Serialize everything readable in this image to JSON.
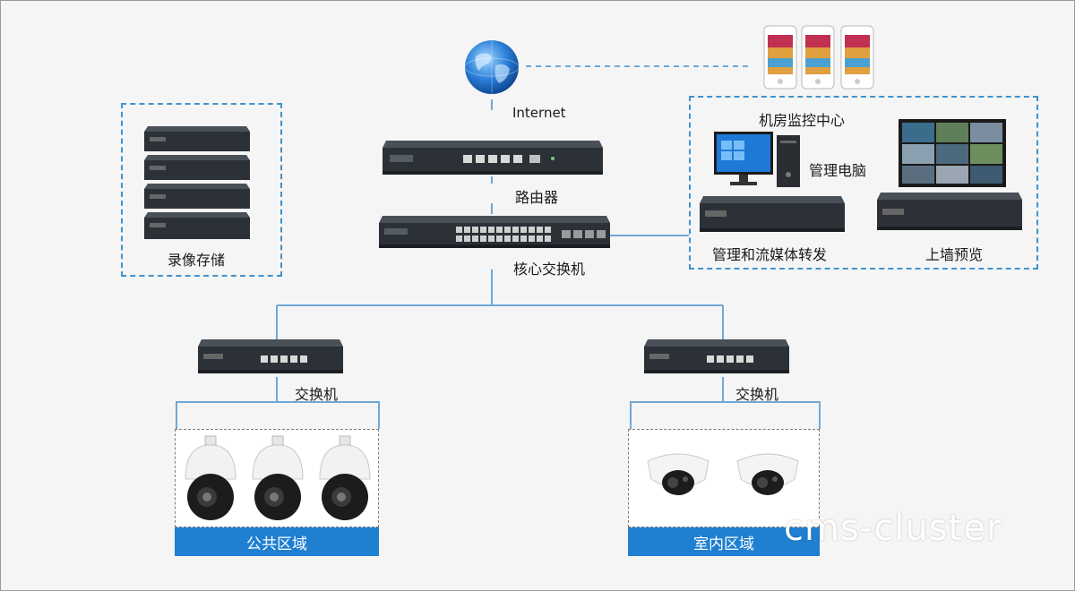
{
  "labels": {
    "internet": "Internet",
    "router": "路由器",
    "core_switch": "核心交换机",
    "recording_storage": "录像存储",
    "monitor_center": "机房监控中心",
    "management_pc": "管理电脑",
    "media_forwarding": "管理和流媒体转发",
    "video_wall": "上墙预览",
    "switch_left": "交换机",
    "switch_right": "交换机",
    "public_zone": "公共区域",
    "indoor_zone": "室内区域"
  },
  "watermark": "cms-cluster",
  "colors": {
    "link_line": "#6fa8d6",
    "dash_blue": "#3f93cf",
    "zone_blue": "#1f7fd0",
    "device_dark": "#2c3138"
  }
}
